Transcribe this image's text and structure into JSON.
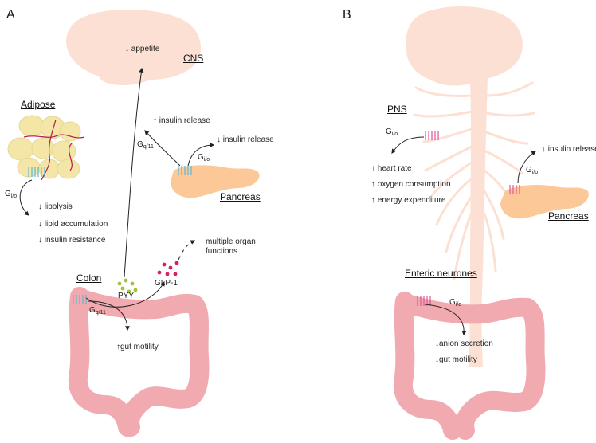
{
  "panels": {
    "a": "A",
    "b": "B"
  },
  "panel_a": {
    "cns": {
      "title": "CNS",
      "appetite": "↓ appetite"
    },
    "adipose": {
      "title": "Adipose",
      "g_main": "G",
      "g_sub": "i/o",
      "effects": [
        "↓ lipolysis",
        "↓ lipid accumulation",
        "↓ insulin resistance"
      ]
    },
    "pancreas": {
      "title": "Pancreas",
      "gq_main": "G",
      "gq_sub": "q/11",
      "gi_main": "G",
      "gi_sub": "i/o",
      "up_release": "↑ insulin release",
      "down_release": "↓ insulin release"
    },
    "colon": {
      "title": "Colon",
      "g_main": "G",
      "g_sub": "q/11",
      "pyy": "PYY",
      "glp1": "GLP-1",
      "organ_functions_1": "multiple organ",
      "organ_functions_2": "functions",
      "motility": "↑gut motility"
    }
  },
  "panel_b": {
    "pns": {
      "title": "PNS",
      "g_main": "G",
      "g_sub": "i/o",
      "effects": [
        "↑ heart rate",
        "↑ oxygen consumption",
        "↑ energy expenditure"
      ]
    },
    "pancreas": {
      "title": "Pancreas",
      "g_main": "G",
      "g_sub": "i/o",
      "down_release": "↓ insulin release"
    },
    "enteric": {
      "title": "Enteric neurones",
      "g_main": "G",
      "g_sub": "i/o",
      "effects": [
        "↓anion secretion",
        "↓gut motility"
      ]
    }
  },
  "colors": {
    "brain": "#fde0d4",
    "pancreas": "#fdc898",
    "colon": "#f0aab0",
    "adipocyte": "#f3e6a6",
    "receptor_blue": "#5bb7d6",
    "receptor_pink": "#e0559a",
    "pyy_dots": "#9fc23a",
    "glp1_dots": "#d81e5b"
  }
}
